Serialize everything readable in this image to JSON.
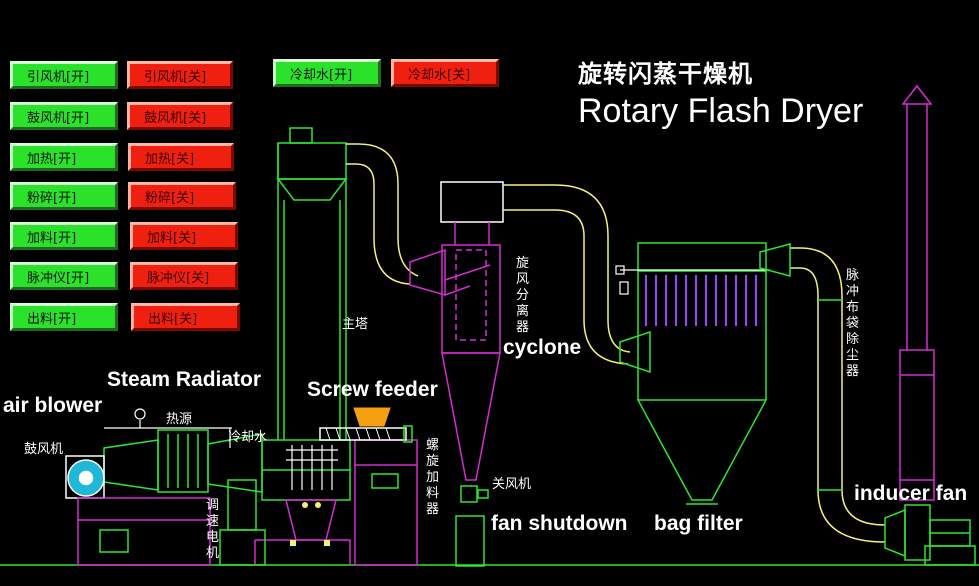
{
  "title": {
    "cn": "旋转闪蒸干燥机",
    "en": "Rotary Flash Dryer"
  },
  "buttons": [
    {
      "on": "引风机[开]",
      "off": "引风机[关]"
    },
    {
      "on": "鼓风机[开]",
      "off": "鼓风机[关]"
    },
    {
      "on": "加热[开]",
      "off": "加热[关]"
    },
    {
      "on": "粉碎[开]",
      "off": "粉碎[关]"
    },
    {
      "on": "加料[开]",
      "off": "加料[关]"
    },
    {
      "on": "脉冲仪[开]",
      "off": "脉冲仪[关]"
    },
    {
      "on": "出料[开]",
      "off": "出料[关]"
    }
  ],
  "cooling": {
    "on": "冷却水[开]",
    "off": "冷却水[关]"
  },
  "labels": {
    "air_blower": "air blower",
    "steam_radiator": "Steam Radiator",
    "screw_feeder": "Screw feeder",
    "cyclone": "cyclone",
    "fan_shutdown": "fan shutdown",
    "bag_filter": "bag filter",
    "inducer_fan": "inducer fan",
    "blower_cn": "鼓风机",
    "heat_source_cn": "热源",
    "cooling_water_cn": "冷却水",
    "main_tower_cn": "主塔",
    "close_fan_cn": "关风机",
    "speed_motor_cn": "调速电机",
    "screw_feeder_cn": "螺旋加料器",
    "cyclone_cn": "旋风分离器",
    "bag_filter_cn": "脉冲布袋除尘器"
  },
  "colors": {
    "on": "#29e229",
    "off": "#f02010",
    "pipe": "#f2f27a",
    "frame": "#d22cd2",
    "equip": "#2ee62e"
  }
}
